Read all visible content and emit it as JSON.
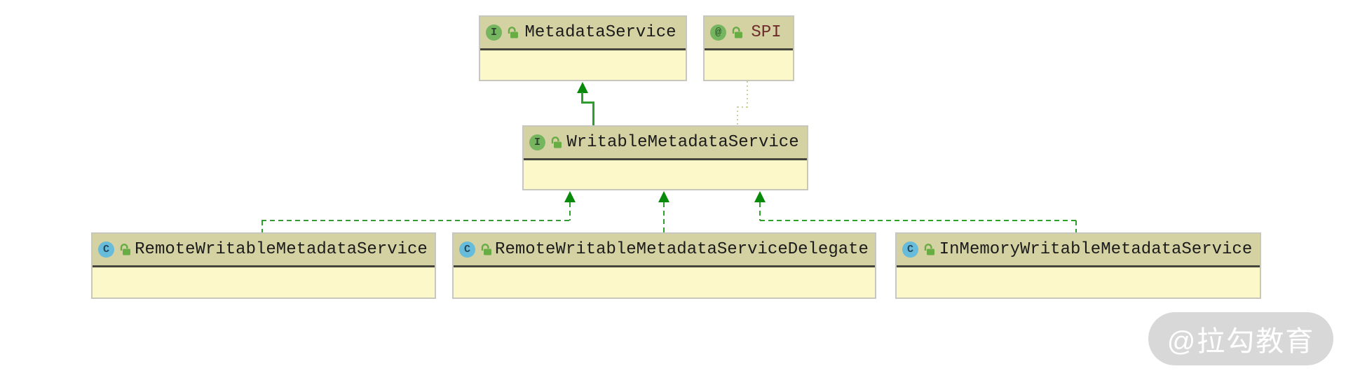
{
  "diagram": {
    "tool": "uml-class-diagram",
    "nodes": [
      {
        "id": "metadata-service",
        "label": "MetadataService",
        "kind": "interface",
        "icon_glyph": "I",
        "visibility": "public"
      },
      {
        "id": "spi",
        "label": "SPI",
        "kind": "annotation",
        "icon_glyph": "@",
        "visibility": "public"
      },
      {
        "id": "writable-metadata-service",
        "label": "WritableMetadataService",
        "kind": "interface",
        "icon_glyph": "I",
        "visibility": "public"
      },
      {
        "id": "remote-writable-metadata-service",
        "label": "RemoteWritableMetadataService",
        "kind": "class",
        "icon_glyph": "C",
        "visibility": "public"
      },
      {
        "id": "remote-writable-metadata-service-delegate",
        "label": "RemoteWritableMetadataServiceDelegate",
        "kind": "class",
        "icon_glyph": "C",
        "visibility": "public"
      },
      {
        "id": "in-memory-writable-metadata-service",
        "label": "InMemoryWritableMetadataService",
        "kind": "class",
        "icon_glyph": "C",
        "visibility": "public"
      }
    ],
    "edges": [
      {
        "from": "WritableMetadataService",
        "to": "MetadataService",
        "type": "extends",
        "style": "solid-green-arrow"
      },
      {
        "from": "WritableMetadataService",
        "to": "SPI",
        "type": "annotated-by",
        "style": "dotted-pale-green"
      },
      {
        "from": "RemoteWritableMetadataService",
        "to": "WritableMetadataService",
        "type": "implements",
        "style": "dashed-green-arrow"
      },
      {
        "from": "RemoteWritableMetadataServiceDelegate",
        "to": "WritableMetadataService",
        "type": "implements",
        "style": "dashed-green-arrow"
      },
      {
        "from": "InMemoryWritableMetadataService",
        "to": "WritableMetadataService",
        "type": "implements",
        "style": "dashed-green-arrow"
      }
    ],
    "colors": {
      "header_bg": "#d4d1a2",
      "body_bg": "#fcf8ca",
      "separator": "#45453c",
      "node_border": "#c7c7bd",
      "interface_icon_bg": "#76b560",
      "class_icon_bg": "#66bcda",
      "lock_green": "#68ad44",
      "class_text": "#1b1b1b",
      "annotation_text": "#6f2c2c",
      "edge_green": "#2f9e2f",
      "arrow_green": "#0a8a0a",
      "dotted_green": "#c9d39c",
      "watermark_bg": "#d8d8d8"
    }
  },
  "watermark": {
    "text": "@拉勾教育"
  }
}
